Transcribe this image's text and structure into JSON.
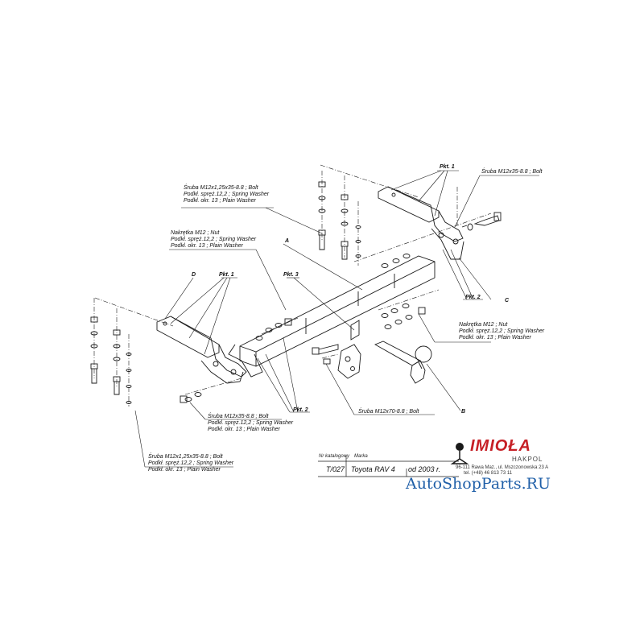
{
  "labels": {
    "top_right": [
      "Śruba M12x35-8.8 ; Bolt"
    ],
    "top_mid": [
      "Śruba M12x1,25x35-8.8 ; Bolt",
      "Podkł. spręż.12,2 ; Spring Washer",
      "Podkł. okr. 13 ; Plain Washer"
    ],
    "nut_left": [
      "Nakrętka M12 ; Nut",
      "Podkł. spręż.12,2 ; Spring Washer",
      "Podkł. okr. 13 ; Plain Washer"
    ],
    "nut_right": [
      "Nakrętka M12 ; Nut",
      "Podkł. spręż.12,2 ; Spring Washer",
      "Podkł. okr. 13 ; Plain Washer"
    ],
    "bolt_center": [
      "Śruba M12x70-8.8 ; Bolt"
    ],
    "bolt_lower": [
      "Śruba M12x35-8.8 ; Bolt",
      "Podkł. spręż.12,2 ; Spring Washer",
      "Podkł. okr. 13 ; Plain Washer"
    ],
    "bolt_bottom_left": [
      "Śruba M12x1,25x35-8.8 ; Bolt",
      "Podkł. spręż.12,2 ; Spring Washer",
      "Podkł. okr. 13 ; Plain Washer"
    ]
  },
  "markers": {
    "pkt1_top": "Pkt. 1",
    "pkt1_left": "Pkt. 1",
    "pkt2_right": "Pkt. 2",
    "pkt2_bottom": "Pkt. 2",
    "pkt3": "Pkt. 3",
    "A": "A",
    "B": "B",
    "C": "C",
    "D": "D"
  },
  "title_block": {
    "catalog_header": "Nr katalogowy",
    "catalog_no": "T/027",
    "make_header": "Marka",
    "model": "Toyota RAV 4",
    "year": "od 2003 r."
  },
  "logo": {
    "name": "IMIOŁA",
    "sub": "HAKPOL",
    "address": "96-111 Rawa Maz., ul. Mszczonowska 23 A",
    "phone": "tel. (+48) 46 813 73 11"
  },
  "watermark": "AutoShopParts.RU",
  "colors": {
    "line": "#1a1a1a",
    "logo_red": "#c62026",
    "watermark_blue": "#1f5fa8"
  }
}
